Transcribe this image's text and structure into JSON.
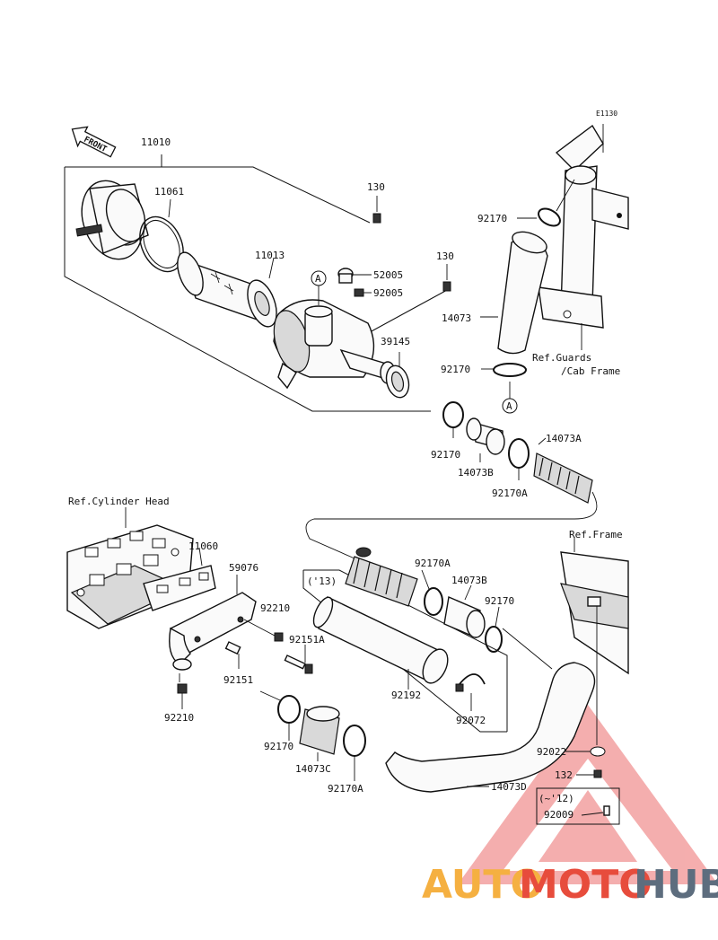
{
  "diagram": {
    "corner_code": "E1130",
    "front_label": "FRONT",
    "callouts": {
      "c11010": "11010",
      "c11061": "11061",
      "c11013": "11013",
      "c130a": "130",
      "c130b": "130",
      "c52005": "52005",
      "c92005": "92005",
      "c39145": "39145",
      "c92170a": "92170",
      "c14073": "14073",
      "c92170b": "92170",
      "c92170c": "92170",
      "c14073B": "14073B",
      "c92170Aa": "92170A",
      "c14073A": "14073A",
      "c11060": "11060",
      "c59076": "59076",
      "c92210a": "92210",
      "c92151A": "92151A",
      "c92151": "92151",
      "c92210b": "92210",
      "c92170Ab": "92170A",
      "c14073Bb": "14073B",
      "c92170d": "92170",
      "c92192": "92192",
      "c92072": "92072",
      "c92170e": "92170",
      "c14073C": "14073C",
      "c92170Ac": "92170A",
      "c14073D": "14073D",
      "c92022": "92022",
      "c132": "132",
      "c92009": "92009"
    },
    "refs": {
      "guards_line1": "Ref.Guards",
      "guards_line2": "/Cab Frame",
      "cylinder_head": "Ref.Cylinder Head",
      "frame": "Ref.Frame"
    },
    "markers": {
      "a1": "A",
      "a2": "A"
    },
    "years": {
      "y13": "('13)",
      "y12": "(~'12)"
    }
  },
  "watermark": {
    "part1": "AUTO",
    "part2": "MOTO",
    "part3": "HUB",
    "colors": {
      "orange": "#f5b041",
      "red": "#e74c3c",
      "gray": "#5d6d7e",
      "triangle": "#f19c9c"
    }
  }
}
